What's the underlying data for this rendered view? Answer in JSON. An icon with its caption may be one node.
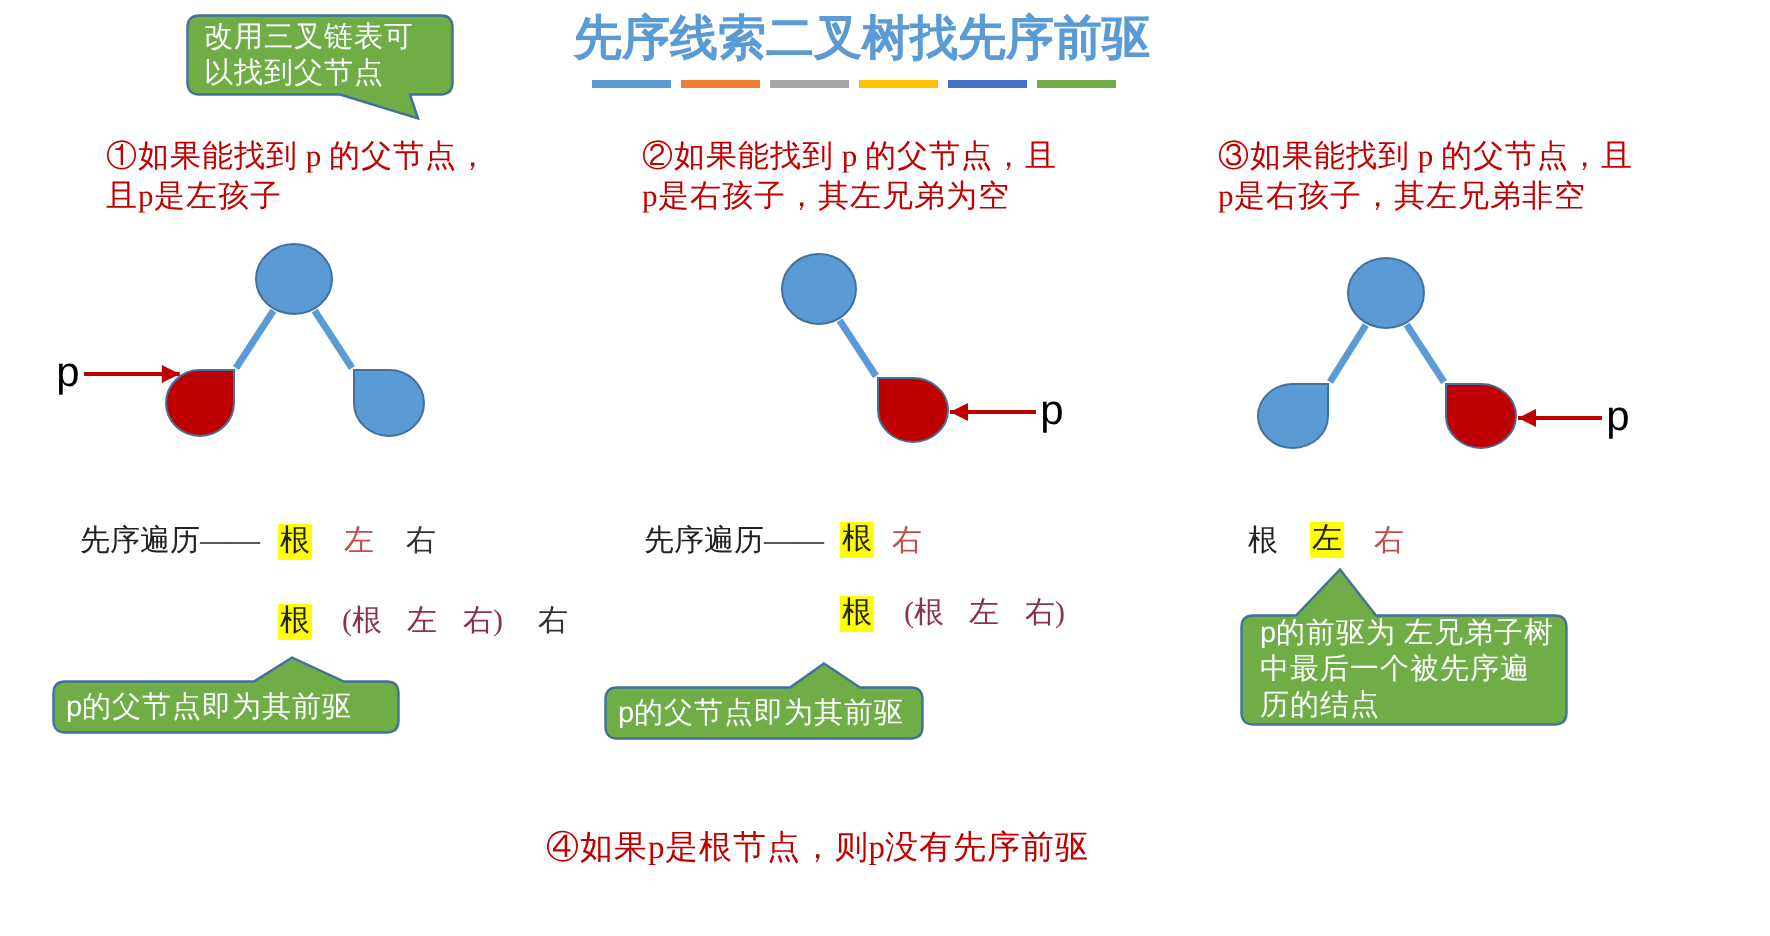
{
  "diagram": {
    "title": "先序线索二叉树找先序前驱",
    "nodes": [
      {
        "text": [
          "改用三叉链表可以找到父节点"
        ]
      },
      {
        "text": [],
        "shape": "circle"
      },
      {
        "text": [
          "p"
        ]
      },
      {
        "text": [],
        "shape": "teardrop"
      },
      {
        "text": [],
        "shape": "teardrop"
      },
      {
        "text": [],
        "shape": "circle"
      },
      {
        "text": [],
        "shape": "teardrop"
      },
      {
        "text": [
          "p"
        ]
      },
      {
        "text": [],
        "shape": "circle"
      },
      {
        "text": [],
        "shape": "teardrop"
      },
      {
        "text": [],
        "shape": "teardrop"
      },
      {
        "text": [
          "p"
        ]
      },
      {
        "text": [
          "p的父节点即为其前驱"
        ]
      },
      {
        "text": [
          "p的父节点即为其前驱"
        ]
      },
      {
        "text": [
          "p的前驱为 左兄弟子树中最后一个被先序遍历的结点"
        ]
      }
    ],
    "edges": [
      {
        "from": 1,
        "to": 3,
        "arrow": "none"
      },
      {
        "from": 1,
        "to": 4,
        "arrow": "none"
      },
      {
        "from": 2,
        "to": 3,
        "arrow": "to",
        "color": "#c00000"
      },
      {
        "from": 5,
        "to": 6,
        "arrow": "none"
      },
      {
        "from": 7,
        "to": 6,
        "arrow": "to",
        "color": "#c00000"
      },
      {
        "from": 8,
        "to": 9,
        "arrow": "none"
      },
      {
        "from": 8,
        "to": 10,
        "arrow": "none"
      },
      {
        "from": 11,
        "to": 10,
        "arrow": "to",
        "color": "#c00000"
      }
    ],
    "labels": [
      "①如果能找到 p 的父节点，且p是左孩子",
      "②如果能找到 p 的父节点，且p是右孩子，其左兄弟为空",
      "③如果能找到 p 的父节点，且p是右孩子，其左兄弟非空",
      "先序遍历——",
      "根",
      "左",
      "右",
      "先序遍历——",
      "根",
      "右",
      "根",
      "左",
      "右",
      "根",
      "(根 左 右)",
      "右",
      "根",
      "(根 左 右)",
      "④如果p是根节点，则p没有先序前驱"
    ]
  }
}
